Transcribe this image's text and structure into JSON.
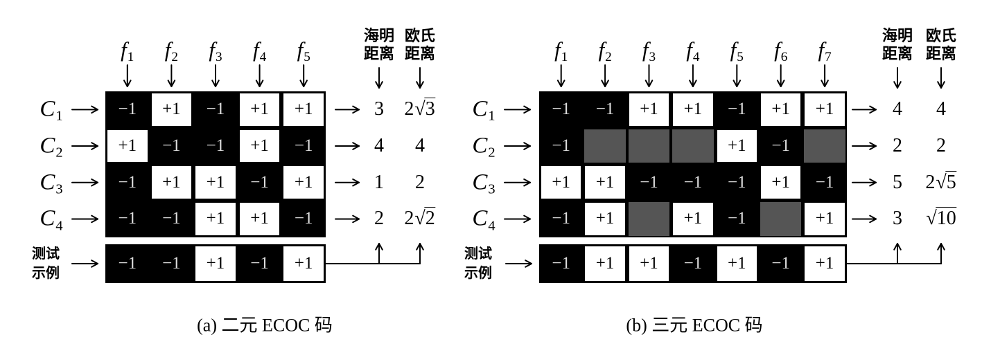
{
  "cell_text": {
    "1": "+1",
    "-1": "−1"
  },
  "colors": {
    "plus_cell": "#ffffff",
    "minus_cell": "#000000",
    "zero_cell": "#555555",
    "minus_text": "#dddddd",
    "plus_text": "#000000"
  },
  "panels": [
    {
      "id": "a",
      "caption": "(a) 二元 ECOC 码",
      "columns": [
        {
          "var": "f",
          "sub": "1"
        },
        {
          "var": "f",
          "sub": "2"
        },
        {
          "var": "f",
          "sub": "3"
        },
        {
          "var": "f",
          "sub": "4"
        },
        {
          "var": "f",
          "sub": "5"
        }
      ],
      "headers": {
        "hamming": [
          "海明",
          "距离"
        ],
        "euclidean": [
          "欧氏",
          "距离"
        ]
      },
      "rows": [
        {
          "class": {
            "var": "C",
            "sub": "1"
          },
          "code": [
            -1,
            1,
            -1,
            1,
            1
          ],
          "hamming": "3",
          "euclidean": "2√3"
        },
        {
          "class": {
            "var": "C",
            "sub": "2"
          },
          "code": [
            1,
            -1,
            -1,
            1,
            -1
          ],
          "hamming": "4",
          "euclidean": "4"
        },
        {
          "class": {
            "var": "C",
            "sub": "3"
          },
          "code": [
            -1,
            1,
            1,
            -1,
            1
          ],
          "hamming": "1",
          "euclidean": "2"
        },
        {
          "class": {
            "var": "C",
            "sub": "4"
          },
          "code": [
            -1,
            -1,
            1,
            1,
            -1
          ],
          "hamming": "2",
          "euclidean": "2√2"
        }
      ],
      "test": {
        "label": [
          "测试",
          "示例"
        ],
        "code": [
          -1,
          -1,
          1,
          -1,
          1
        ]
      }
    },
    {
      "id": "b",
      "caption": "(b) 三元 ECOC 码",
      "columns": [
        {
          "var": "f",
          "sub": "1"
        },
        {
          "var": "f",
          "sub": "2"
        },
        {
          "var": "f",
          "sub": "3"
        },
        {
          "var": "f",
          "sub": "4"
        },
        {
          "var": "f",
          "sub": "5"
        },
        {
          "var": "f",
          "sub": "6"
        },
        {
          "var": "f",
          "sub": "7"
        }
      ],
      "headers": {
        "hamming": [
          "海明",
          "距离"
        ],
        "euclidean": [
          "欧氏",
          "距离"
        ]
      },
      "rows": [
        {
          "class": {
            "var": "C",
            "sub": "1"
          },
          "code": [
            -1,
            -1,
            1,
            1,
            -1,
            1,
            1
          ],
          "hamming": "4",
          "euclidean": "4"
        },
        {
          "class": {
            "var": "C",
            "sub": "2"
          },
          "code": [
            -1,
            0,
            0,
            0,
            1,
            -1,
            0
          ],
          "hamming": "2",
          "euclidean": "2"
        },
        {
          "class": {
            "var": "C",
            "sub": "3"
          },
          "code": [
            1,
            1,
            -1,
            -1,
            -1,
            1,
            -1
          ],
          "hamming": "5",
          "euclidean": "2√5"
        },
        {
          "class": {
            "var": "C",
            "sub": "4"
          },
          "code": [
            -1,
            1,
            0,
            1,
            -1,
            0,
            1
          ],
          "hamming": "3",
          "euclidean": "√10"
        }
      ],
      "test": {
        "label": [
          "测试",
          "示例"
        ],
        "code": [
          -1,
          1,
          1,
          -1,
          1,
          -1,
          1
        ]
      }
    }
  ]
}
